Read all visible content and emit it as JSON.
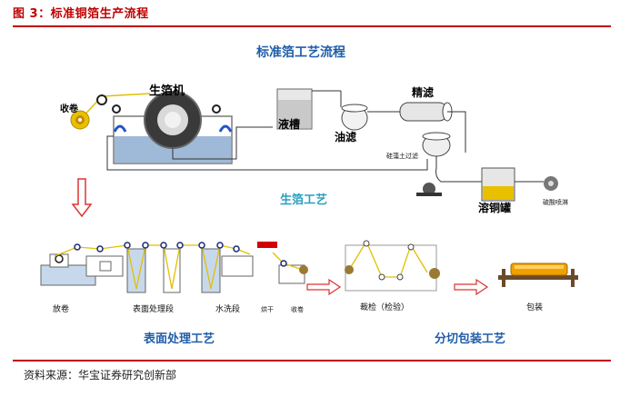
{
  "figure_title": "图 3：标准铜箔生产流程",
  "source": "资料来源：华宝证券研究创新部",
  "diagram": {
    "top_heading": "标准箔工艺流程",
    "top_caption": "生箔工艺",
    "top_labels": {
      "winder": "收卷",
      "foil_machine": "生箔机",
      "liquid_tank": "液槽",
      "oil_filter": "油滤",
      "fine_filter": "精滤",
      "diatomite_filter": "硅藻土过滤",
      "copper_tank": "溶铜罐",
      "sulfuric_acid": "硫酸喷淋"
    },
    "bottom_labels": {
      "unwind": "放卷",
      "surface_section": "表面处理段",
      "washing_section": "水洗段",
      "drying": "烘干",
      "rewind": "收卷",
      "inspection": "裁检（检验）",
      "packing": "包装"
    },
    "bottom_captions": {
      "surface_process": "表面处理工艺",
      "slit_pack_process": "分切包装工艺"
    }
  }
}
